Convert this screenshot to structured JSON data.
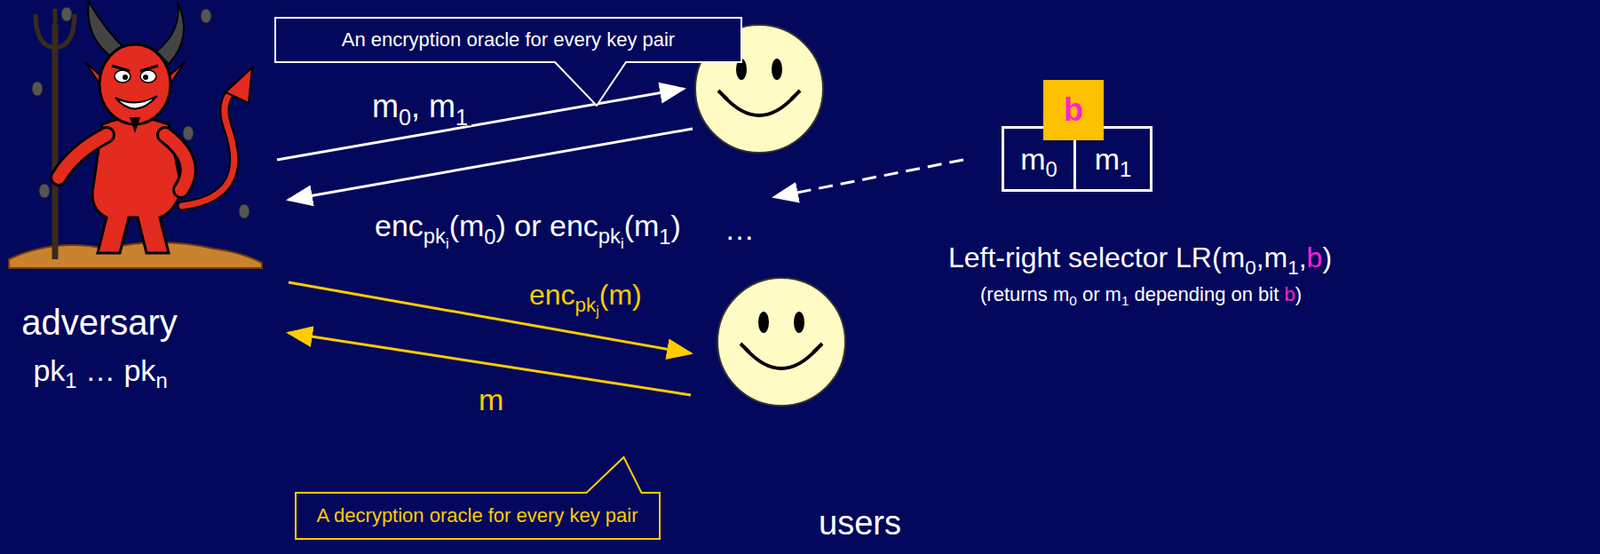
{
  "diagram": {
    "nodes": [
      {
        "text": [
          "An encryption oracle for every key pair"
        ]
      },
      {
        "text": [
          "b"
        ]
      },
      {
        "text": [
          "m0"
        ]
      },
      {
        "text": [
          "m1"
        ]
      },
      {
        "text": [
          "A decryption oracle for every key pair"
        ]
      }
    ],
    "labels": [
      "m0, m1",
      "encpki(m0) or encpki(m1)",
      "…",
      "Left-right selector LR(m0,m1,b)",
      "(returns m0 or m1 depending on bit b)",
      "encpkj(m)",
      "m",
      "adversary",
      "pk1 … pkn",
      "users"
    ]
  }
}
